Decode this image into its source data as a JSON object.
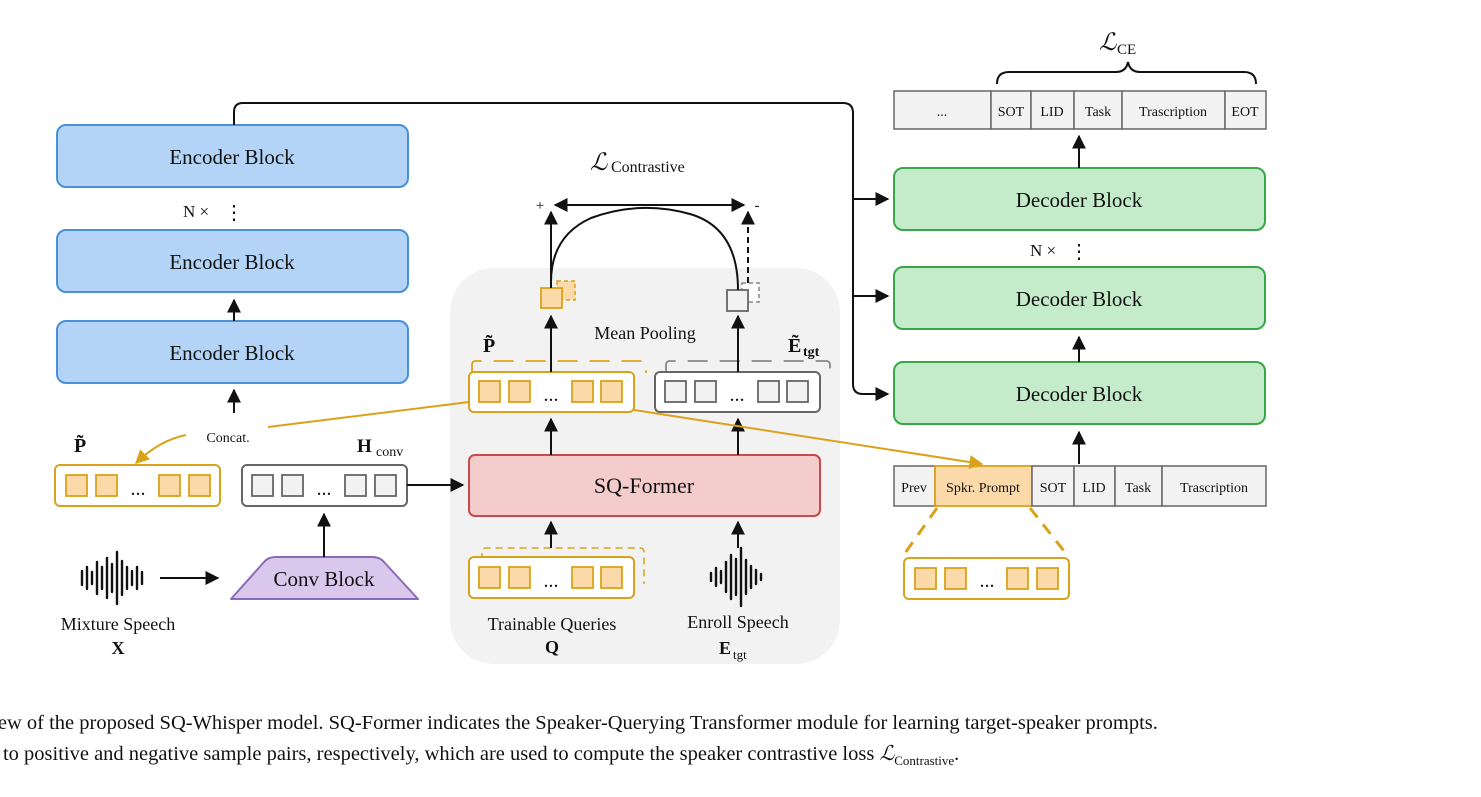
{
  "colors": {
    "encoder_fill": "#b3d4f7",
    "encoder_stroke": "#4a90d9",
    "decoder_fill": "#c4eccb",
    "decoder_stroke": "#3aa64a",
    "sqformer_fill": "#f4cccc",
    "sqformer_stroke": "#c84a4a",
    "conv_fill": "#d9c8ec",
    "conv_stroke": "#8a6bb8",
    "prompt_stroke": "#d9a21a",
    "prompt_fill": "#fbd9a8",
    "gray_stroke": "#666666",
    "panel_fill": "#f2f2f2"
  },
  "encoder": {
    "block_label": "Encoder Block",
    "repeat": "N ×",
    "dots": "⋮"
  },
  "decoder": {
    "block_label": "Decoder Block",
    "repeat": "N ×",
    "dots": "⋮"
  },
  "sqformer": {
    "label": "SQ-Former"
  },
  "conv": {
    "label": "Conv Block"
  },
  "losses": {
    "ce": "ℒ",
    "ce_sub": "CE",
    "contrastive": "ℒ",
    "contrastive_sub": "Contrastive",
    "plus": "+",
    "minus": "-"
  },
  "labels": {
    "mean_pooling": "Mean Pooling",
    "concat": "Concat.",
    "p_tilde": "P̃",
    "e_tgt": "Ẽ",
    "e_tgt_sub": "tgt",
    "h_conv": "H",
    "h_conv_sub": "conv",
    "mixture_speech": "Mixture Speech",
    "mixture_symbol": "X",
    "trainable_queries": "Trainable Queries",
    "queries_symbol": "Q",
    "enroll_speech": "Enroll Speech",
    "enroll_symbol": "E",
    "enroll_sub": "tgt",
    "ellipsis": "..."
  },
  "output_tokens": [
    "...",
    "SOT",
    "LID",
    "Task",
    "Trascription",
    "EOT"
  ],
  "input_tokens": [
    "Prev",
    "Spkr. Prompt",
    "SOT",
    "LID",
    "Task",
    "Trascription"
  ],
  "caption": {
    "line1": "erview of the proposed SQ-Whisper model. SQ-Former indicates the Speaker-Querying Transformer module for learning target-speaker prompts.",
    "line2_pre": "efer to positive and negative sample pairs, respectively, which are used to compute the speaker contrastive loss ",
    "line2_sym": "ℒ",
    "line2_sub": "Contrastive",
    "line2_post": "."
  }
}
